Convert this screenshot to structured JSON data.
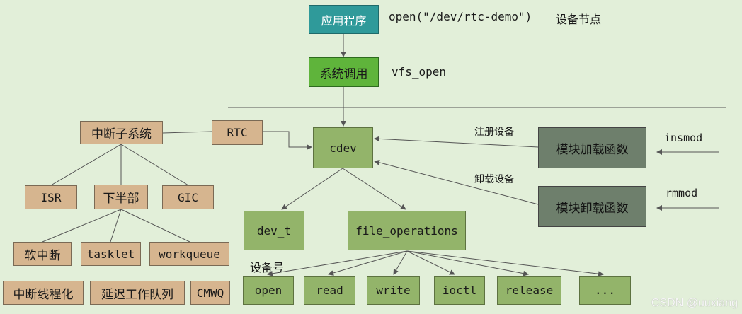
{
  "app_box": "应用程序",
  "open_call": "open(\"/dev/rtc-demo\")",
  "device_node": "设备节点",
  "syscall_box": "系统调用",
  "vfs_open": "vfs_open",
  "interrupt_subsystem": "中断子系统",
  "rtc": "RTC",
  "cdev": "cdev",
  "register_device": "注册设备",
  "unregister_device": "卸载设备",
  "module_load_fn": "模块加载函数",
  "module_unload_fn": "模块卸载函数",
  "insmod": "insmod",
  "rmmod": "rmmod",
  "isr": "ISR",
  "bottom_half": "下半部",
  "gic": "GIC",
  "softirq": "软中断",
  "tasklet": "tasklet",
  "workqueue": "workqueue",
  "threaded_irq": "中断线程化",
  "delayed_work_queue": "延迟工作队列",
  "cmwq": "CMWQ",
  "dev_t": "dev_t",
  "file_operations": "file_operations",
  "device_number": "设备号",
  "ops": [
    "open",
    "read",
    "write",
    "ioctl",
    "release",
    "..."
  ],
  "watermark": "CSDN @uuxiang"
}
